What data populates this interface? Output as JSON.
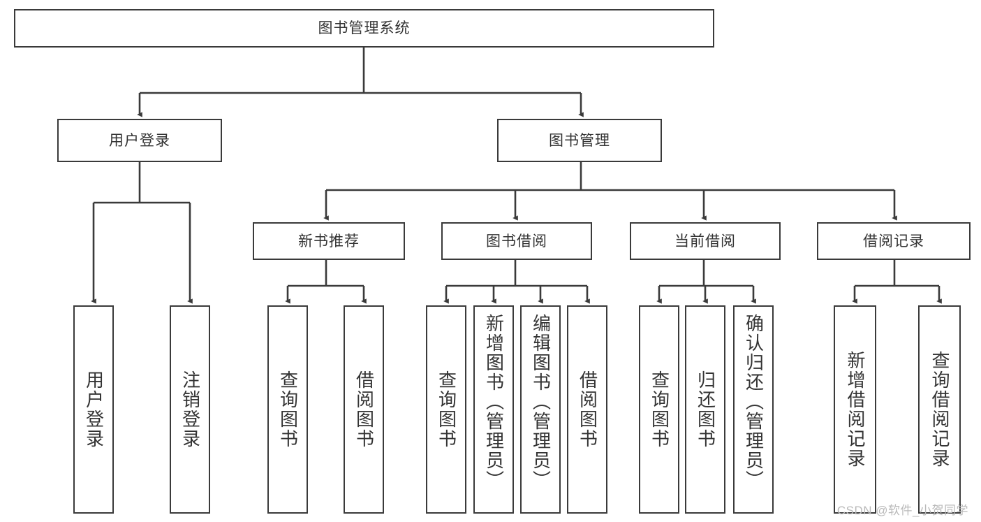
{
  "diagram": {
    "type": "hierarchy-tree",
    "title": "图书管理系统",
    "watermark": "CSDN @软件_小贺同学",
    "colors": {
      "stroke": "#3a3a3a",
      "fill": "#ffffff",
      "text": "#333333",
      "watermark": "#b9b9b9"
    },
    "nodes": {
      "root": {
        "label": "图书管理系统",
        "level": 1,
        "orientation": "horizontal"
      },
      "l2": [
        {
          "label": "用户登录",
          "level": 2,
          "orientation": "horizontal"
        },
        {
          "label": "图书管理",
          "level": 2,
          "orientation": "horizontal"
        }
      ],
      "l3": [
        {
          "label": "新书推荐",
          "level": 3,
          "orientation": "horizontal"
        },
        {
          "label": "图书借阅",
          "level": 3,
          "orientation": "horizontal"
        },
        {
          "label": "当前借阅",
          "level": 3,
          "orientation": "horizontal"
        },
        {
          "label": "借阅记录",
          "level": 3,
          "orientation": "horizontal"
        }
      ],
      "leaves": {
        "user_login": [
          {
            "label": "用户登录",
            "orientation": "vertical"
          },
          {
            "label": "注销登录",
            "orientation": "vertical"
          }
        ],
        "new_book_recommend": [
          {
            "label": "查询图书",
            "orientation": "vertical"
          },
          {
            "label": "借阅图书",
            "orientation": "vertical"
          }
        ],
        "book_borrow": [
          {
            "label": "查询图书",
            "orientation": "vertical"
          },
          {
            "label": "新增图书（管理员）",
            "orientation": "vertical"
          },
          {
            "label": "编辑图书（管理员）",
            "orientation": "vertical"
          },
          {
            "label": "借阅图书",
            "orientation": "vertical"
          }
        ],
        "current_borrow": [
          {
            "label": "查询图书",
            "orientation": "vertical"
          },
          {
            "label": "归还图书",
            "orientation": "vertical"
          },
          {
            "label": "确认归还（管理员）",
            "orientation": "vertical"
          }
        ],
        "borrow_record": [
          {
            "label": "新增借阅记录",
            "orientation": "vertical"
          },
          {
            "label": "查询借阅记录",
            "orientation": "vertical"
          }
        ]
      }
    },
    "edges": [
      {
        "from": "图书管理系统",
        "to": "用户登录"
      },
      {
        "from": "图书管理系统",
        "to": "图书管理"
      },
      {
        "from": "图书管理",
        "to": "新书推荐"
      },
      {
        "from": "图书管理",
        "to": "图书借阅"
      },
      {
        "from": "图书管理",
        "to": "当前借阅"
      },
      {
        "from": "图书管理",
        "to": "借阅记录"
      },
      {
        "from": "用户登录",
        "to": "用户登录"
      },
      {
        "from": "用户登录",
        "to": "注销登录"
      },
      {
        "from": "新书推荐",
        "to": "查询图书"
      },
      {
        "from": "新书推荐",
        "to": "借阅图书"
      },
      {
        "from": "图书借阅",
        "to": "查询图书"
      },
      {
        "from": "图书借阅",
        "to": "新增图书（管理员）"
      },
      {
        "from": "图书借阅",
        "to": "编辑图书（管理员）"
      },
      {
        "from": "图书借阅",
        "to": "借阅图书"
      },
      {
        "from": "当前借阅",
        "to": "查询图书"
      },
      {
        "from": "当前借阅",
        "to": "归还图书"
      },
      {
        "from": "当前借阅",
        "to": "确认归还（管理员）"
      },
      {
        "from": "借阅记录",
        "to": "新增借阅记录"
      },
      {
        "from": "借阅记录",
        "to": "查询借阅记录"
      }
    ]
  }
}
